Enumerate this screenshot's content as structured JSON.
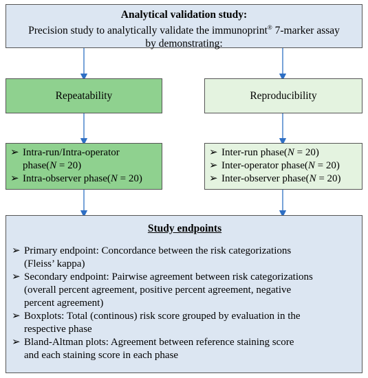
{
  "title": {
    "heading": "Analytical validation study:",
    "line2_pre": "Precision study to analytically validate the immunoprint",
    "reg": "®",
    "line2_post": " 7-marker assay",
    "line3": "by demonstrating:"
  },
  "repeatability": {
    "label": "Repeatability",
    "items": [
      {
        "text": "Intra-run/Intra-operator",
        "text2": "phase(",
        "n": "N",
        "eq": " = 20)"
      },
      {
        "text": "Intra-observer phase(",
        "n": "N",
        "eq": " = 20)"
      }
    ]
  },
  "reproducibility": {
    "label": "Reproducibility",
    "items": [
      {
        "text": "Inter-run phase(",
        "n": "N",
        "eq": " = 20)"
      },
      {
        "text": "Inter-operator phase(",
        "n": "N",
        "eq": " = 20)"
      },
      {
        "text": "Inter-observer phase(",
        "n": "N",
        "eq": " = 20)"
      }
    ]
  },
  "endpoints": {
    "title": "Study endpoints",
    "items": [
      {
        "line1": "Primary endpoint: Concordance between the risk categorizations",
        "line2": "(Fleiss’ kappa)"
      },
      {
        "line1": "Secondary endpoint: Pairwise agreement between risk categorizations",
        "line2": "(overall percent agreement, positive percent agreement, negative",
        "line3": "percent agreement)"
      },
      {
        "line1": "Boxplots: Total (continous) risk score grouped by evaluation in the",
        "line2": "respective phase"
      },
      {
        "line1": "Bland-Altman plots: Agreement between reference staining score",
        "line2": "and each staining score in each phase"
      }
    ]
  },
  "bullet": "➢",
  "colors": {
    "blue_box": "#dce6f2",
    "green_box": "#8fd18f",
    "light_green_box": "#e4f3e0",
    "arrow": "#2e6fc4"
  }
}
